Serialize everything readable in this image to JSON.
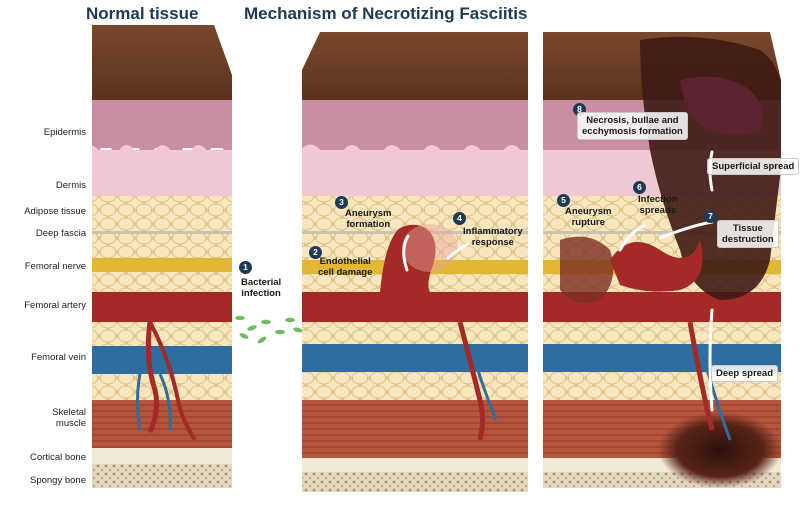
{
  "titles": {
    "normal": "Normal tissue",
    "mechanism": "Mechanism of Necrotizing Fasciitis"
  },
  "layers": [
    {
      "id": "epidermis",
      "label": "Epidermis"
    },
    {
      "id": "dermis",
      "label": "Dermis"
    },
    {
      "id": "adipose",
      "label": "Adipose tissue"
    },
    {
      "id": "deep-fascia",
      "label": "Deep fascia"
    },
    {
      "id": "femoral-nerve",
      "label": "Femoral nerve"
    },
    {
      "id": "femoral-artery",
      "label": "Femoral artery"
    },
    {
      "id": "femoral-vein",
      "label": "Femoral vein"
    },
    {
      "id": "skeletal-muscle",
      "label": "Skeletal\nmuscle"
    },
    {
      "id": "cortical-bone",
      "label": "Cortical bone"
    },
    {
      "id": "spongy-bone",
      "label": "Spongy bone"
    }
  ],
  "steps": [
    {
      "num": "1",
      "text": "Bacterial\ninfection"
    },
    {
      "num": "2",
      "text": "Endothelial\ncell damage"
    },
    {
      "num": "3",
      "text": "Aneurysm\nformation"
    },
    {
      "num": "4",
      "text": "Inflammatory\nresponse"
    },
    {
      "num": "5",
      "text": "Aneurysm\nrupture"
    },
    {
      "num": "6",
      "text": "Infection\nspreads"
    },
    {
      "num": "7",
      "text": "Tissue\ndestruction"
    },
    {
      "num": "8",
      "text": "Necrosis, bullae and\necchymosis formation"
    }
  ],
  "spread_labels": {
    "superficial": "Superficial spread",
    "deep": "Deep spread"
  },
  "colors": {
    "title": "#1f3a57",
    "skin_top": "#6e4026",
    "epidermis": "#c98ea4",
    "dermis": "#f1c8d3",
    "fat": "#f4deb0",
    "fascia": "#e9e1c9",
    "nerve": "#e2b733",
    "artery": "#a42a28",
    "vein": "#2d6da0",
    "muscle": "#b65a40",
    "cortical": "#f1ead6",
    "spongy": "#d8ccb4",
    "necrosis": "#3f1a14",
    "bacteria": "#6cbf5c"
  }
}
